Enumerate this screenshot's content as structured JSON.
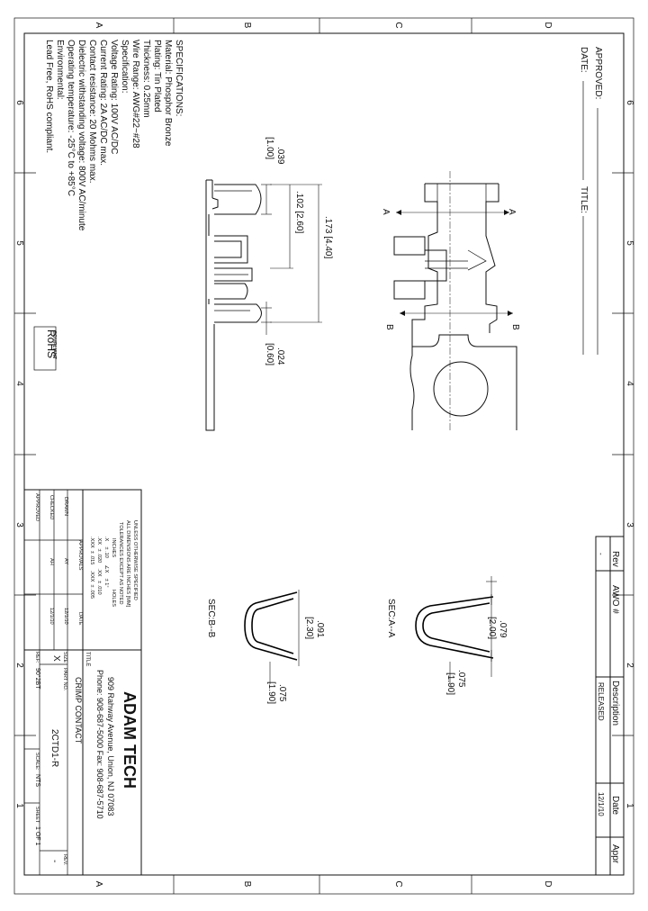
{
  "border": {
    "letters": [
      "A",
      "B",
      "C",
      "D"
    ],
    "numbers": [
      "6",
      "5",
      "4",
      "3",
      "2",
      "1"
    ]
  },
  "approval_block": {
    "approved": "APPROVED:",
    "date": "DATE:",
    "title": "TITLE:"
  },
  "specifications": {
    "heading": "SPECIFICATIONS:",
    "lines": [
      "Material: Phosphor Bronze",
      "Plating: Tin Plated",
      "Thickness: 0.25mm",
      "Wire Range: AWG#22~#28",
      "Specification:",
      "Voltage Rating: 100V AC/DC",
      "Current Rating: 2A AC/DC max.",
      "Contact resistance: 20 Mohms max.",
      "Dielectric withstanding voltage: 800V AC/minute",
      "Operating temperature: -25°C to +85°C",
      "Environmental:",
      "Lead Free, RoHS compliant."
    ]
  },
  "rohs_badge": {
    "text": "RoHS",
    "sub": "COMPLIANT"
  },
  "side_view_dims": {
    "d039": ".039",
    "d039_mm": "[1.00]",
    "d102": ".102 [2.60]",
    "d173": ".173 [4.40]",
    "d024": ".024",
    "d024_mm": "[0.60]"
  },
  "top_view_labels": {
    "section_a": "A",
    "section_b": "B"
  },
  "section_a": {
    "label": "SEC:A--A",
    "d079": ".079",
    "d079_mm": "[2.00]",
    "d075": ".075",
    "d075_mm": "[1.90]"
  },
  "section_b": {
    "label": "SEC:B--B",
    "d091": ".091",
    "d091_mm": "[2.30]",
    "d075": ".075",
    "d075_mm": "[1.90]"
  },
  "revision_table": {
    "headers": [
      "Rev",
      "AWO #",
      "Description",
      "Date",
      "Appr"
    ],
    "row": [
      "-",
      "",
      "RELEASED",
      "12/1/10",
      ""
    ]
  },
  "tolerance_block": {
    "lines": [
      "UNLESS OTHERWISE SPECIFIED",
      "ALL DIMENSIONS ARE INCHES [MM]",
      "TOLERANCES EXCEPT AS NOTED",
      "INCHES",
      ".X    ± .10     ∠X    ± 1°",
      ".XX   ± .020    .XX   ± .010",
      ".XXX  ± .015    .XXX  ± .005"
    ],
    "holes": "HOLES",
    "approvals": "APPROVALS",
    "date_header": "DATE",
    "drawn": "DRAWN",
    "drawn_by": "AY",
    "drawn_date": "12/1/10",
    "checked": "CHECKED",
    "checked_by": "AH",
    "checked_date": "12/1/10",
    "approved": "APPROVED"
  },
  "title_block": {
    "company": "ADAM TECH",
    "address": "909 Rahway Avenue, Union, NJ 07083",
    "phone": "Phone: 908-687-5000 Fax: 908-687-5710",
    "title_label": "TITLE",
    "title": "CRIMP CONTACT",
    "size_label": "SIZE",
    "size": "X",
    "part_no_label": "PART NO.",
    "part_no": "2CTD1-R",
    "rev_label": "REV.",
    "rev": "-",
    "ref_label": "REF:",
    "ref": "90°2BT",
    "scale_label": "SCALE:",
    "scale": "NTS",
    "sheet_label": "SHEET",
    "sheet": "1 OF 1"
  }
}
